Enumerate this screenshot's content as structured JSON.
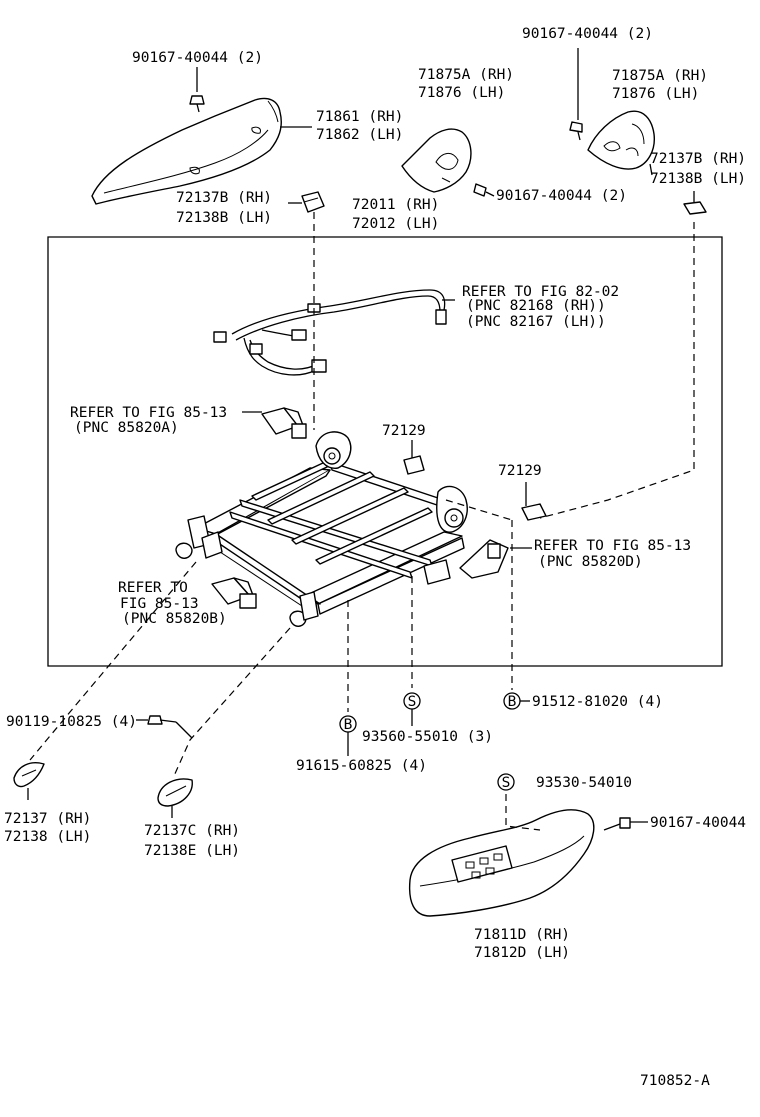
{
  "labels": {
    "p90167_tl": "90167-40044 (2)",
    "p71861": "71861 (RH)",
    "p71862": "71862 (LH)",
    "p71875a_a": "71875A (RH)",
    "p71876_a": "71876  (LH)",
    "p90167_tr": "90167-40044 (2)",
    "p71875a_b": "71875A (RH)",
    "p71876_b": "71876  (LH)",
    "p72137b_r": "72137B (RH)",
    "p72138b_r": "72138B (LH)",
    "p90167_mid": "90167-40044 (2)",
    "p72137b_l": "72137B (RH)",
    "p72138b_l": "72138B (LH)",
    "p72011": "72011 (RH)",
    "p72012": "72012 (LH)",
    "ref82_1": "REFER TO FIG 82-02",
    "ref82_2": "(PNC 82168 (RH))",
    "ref82_3": "(PNC 82167 (LH))",
    "ref85a_1": "REFER TO FIG 85-13",
    "ref85a_2": "(PNC 85820A)",
    "p72129_a": "72129",
    "p72129_b": "72129",
    "ref85d_1": "REFER TO FIG 85-13",
    "ref85d_2": "(PNC 85820D)",
    "ref85b_1": "REFER TO",
    "ref85b_2": "FIG 85-13",
    "ref85b_3": "(PNC 85820B)",
    "p90119": "90119-10825 (4)",
    "p91512": "91512-81020 (4)",
    "p93560": "93560-55010 (3)",
    "p91615": "91615-60825 (4)",
    "p72137": "72137 (RH)",
    "p72138": "72138 (LH)",
    "p72137c": "72137C (RH)",
    "p72138e": "72138E (LH)",
    "p93530": "93530-54010",
    "p90167_br": "90167-40044",
    "p71811d": "71811D (RH)",
    "p71812d": "71812D (LH)",
    "fig_id": "710852-A"
  },
  "badges": {
    "s": "S",
    "b": "B"
  }
}
